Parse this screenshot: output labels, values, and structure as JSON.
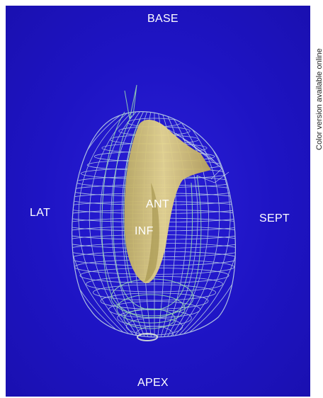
{
  "labels": {
    "base": "BASE",
    "lat": "LAT",
    "sept": "SEPT",
    "ant": "ANT",
    "inf": "INF",
    "apex": "APEX"
  },
  "side_note": "Color version available online",
  "colors": {
    "background": "#1e14c4",
    "mesh": "#cfe8e8",
    "inner_mesh": "#9fe3b0",
    "surface": "#d8c87a"
  }
}
